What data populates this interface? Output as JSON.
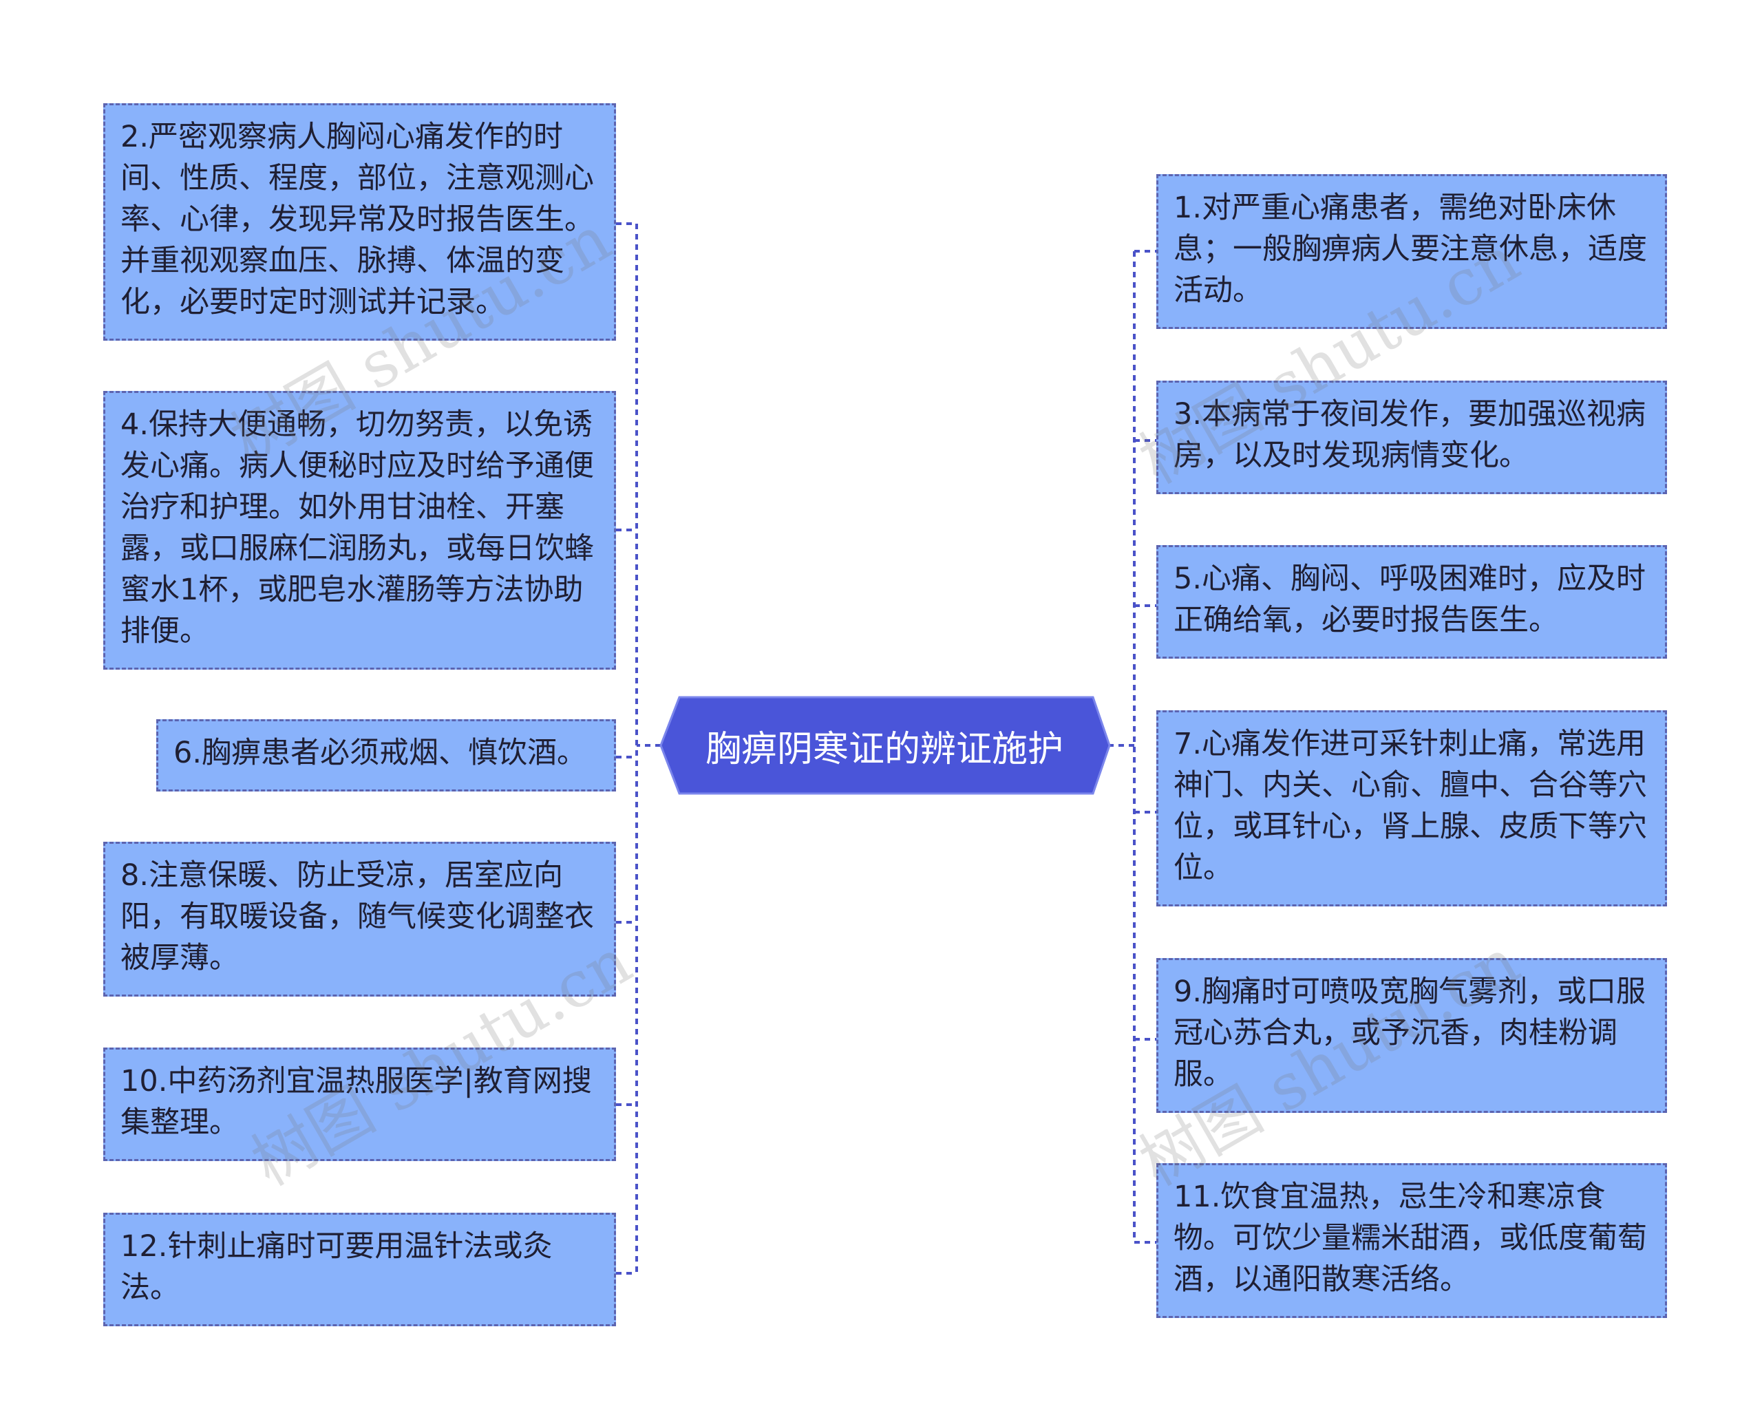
{
  "center": {
    "label": "胸痹阴寒证的辨证施护"
  },
  "left_nodes": [
    {
      "text": "2.严密观察病人胸闷心痛发作的时间、性质、程度，部位，注意观测心率、心律，发现异常及时报告医生。并重视观察血压、脉搏、体温的变化，必要时定时测试并记录。"
    },
    {
      "text": "4.保持大便通畅，切勿努责，以免诱发心痛。病人便秘时应及时给予通便治疗和护理。如外用甘油栓、开塞露，或口服麻仁润肠丸，或每日饮蜂蜜水1杯，或肥皂水灌肠等方法协助排便。"
    },
    {
      "text": "6.胸痹患者必须戒烟、慎饮酒。"
    },
    {
      "text": "8.注意保暖、防止受凉，居室应向阳，有取暖设备，随气候变化调整衣被厚薄。"
    },
    {
      "text": "10.中药汤剂宜温热服医学|教育网搜集整理。"
    },
    {
      "text": "12.针刺止痛时可要用温针法或灸法。"
    }
  ],
  "right_nodes": [
    {
      "text": "1.对严重心痛患者，需绝对卧床休息；一般胸痹病人要注意休息，适度活动。"
    },
    {
      "text": "3.本病常于夜间发作，要加强巡视病房，以及时发现病情变化。"
    },
    {
      "text": "5.心痛、胸闷、呼吸困难时，应及时正确给氧，必要时报告医生。"
    },
    {
      "text": "7.心痛发作进可采针刺止痛，常选用神门、内关、心俞、膻中、合谷等穴位，或耳针心，肾上腺、皮质下等穴位。"
    },
    {
      "text": "9.胸痛时可喷吸宽胸气雾剂，或口服冠心苏合丸，或予沉香，肉桂粉调服。"
    },
    {
      "text": "11.饮食宜温热，忌生冷和寒凉食物。可饮少量糯米甜酒，或低度葡萄酒，以通阳散寒活络。"
    }
  ],
  "watermark": "树图 shutu.cn",
  "colors": {
    "node_fill": "#89b2fb",
    "node_border": "#5c64b0",
    "center_fill": "#4a55d9",
    "connector": "#4a52c8"
  }
}
